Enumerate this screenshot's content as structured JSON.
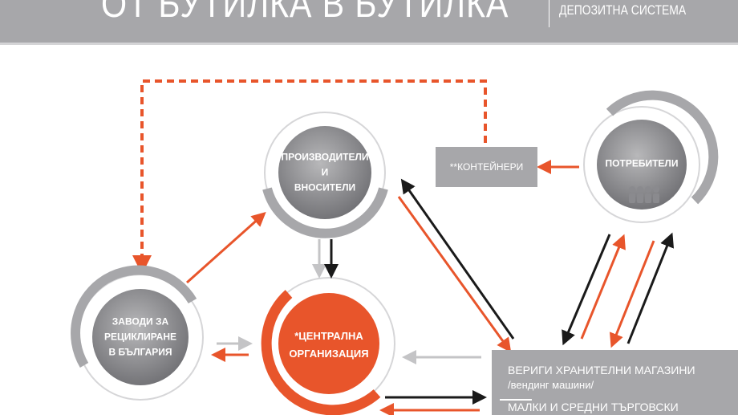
{
  "header": {
    "title": "ОТ БУТИЛКА В БУТИЛКА",
    "subtitle": "ДЕПОЗИТНА СИСТЕМА"
  },
  "nodes": {
    "producers": {
      "line1": "ПРОИЗВОДИТЕЛИ",
      "line2": "И",
      "line3": "ВНОСИТЕЛИ"
    },
    "consumers": {
      "label": "ПОТРЕБИТЕЛИ",
      "icon": "people-icon"
    },
    "recycling": {
      "line1": "ЗАВОДИ ЗА",
      "line2": "РЕЦИКЛИРАНЕ",
      "line3": "В БЪЛГАРИЯ"
    },
    "central": {
      "line1": "*ЦЕНТРАЛНА",
      "line2": "ОРГАНИЗАЦИЯ"
    },
    "containers": {
      "label": "**КОНТЕЙНЕРИ"
    },
    "retail": {
      "line1": "ВЕРИГИ ХРАНИТЕЛНИ МАГАЗИНИ",
      "line2": "/вендинг машини/",
      "line3": "МАЛКИ И СРЕДНИ ТЪРГОВСКИ"
    }
  },
  "colors": {
    "orange": "#e8552b",
    "gray": "#a7a7aa",
    "dark": "#1a1a1a",
    "light_gray": "#c4c4c6"
  }
}
